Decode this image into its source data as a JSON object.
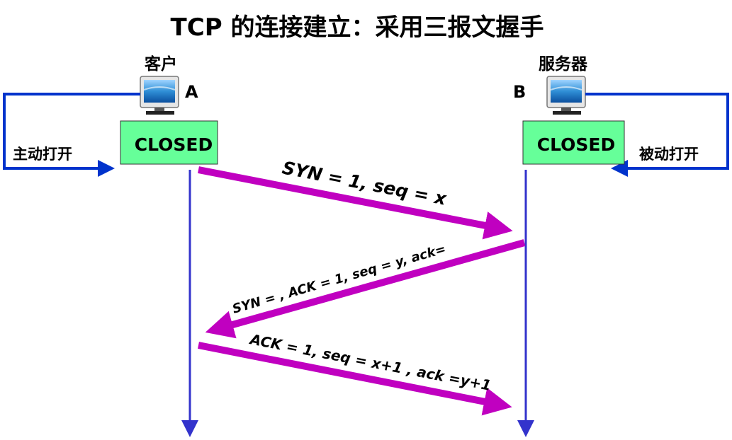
{
  "title": "TCP 的连接建立：采用三报文握手",
  "client": {
    "role": "客户",
    "letter": "A",
    "state": "CLOSED",
    "open_label": "主动打开"
  },
  "server": {
    "role": "服务器",
    "letter": "B",
    "state": "CLOSED",
    "open_label": "被动打开"
  },
  "messages": [
    {
      "label": "SYN = 1, seq = x",
      "direction": "A→B"
    },
    {
      "label": "SYN =   , ACK = 1, seq = y, ack=",
      "direction": "B→A"
    },
    {
      "label": "ACK = 1, seq = x+1  , ack =y+1",
      "direction": "A→B"
    }
  ],
  "colors": {
    "message_arrow": "#c000c0",
    "timeline": "#3333cc",
    "open_arrow": "#0033cc",
    "state_box": "#66ff99",
    "monitor_screen": "#2f8fd6"
  },
  "icons": {
    "client_host": "computer-monitor-icon",
    "server_host": "computer-monitor-icon"
  }
}
